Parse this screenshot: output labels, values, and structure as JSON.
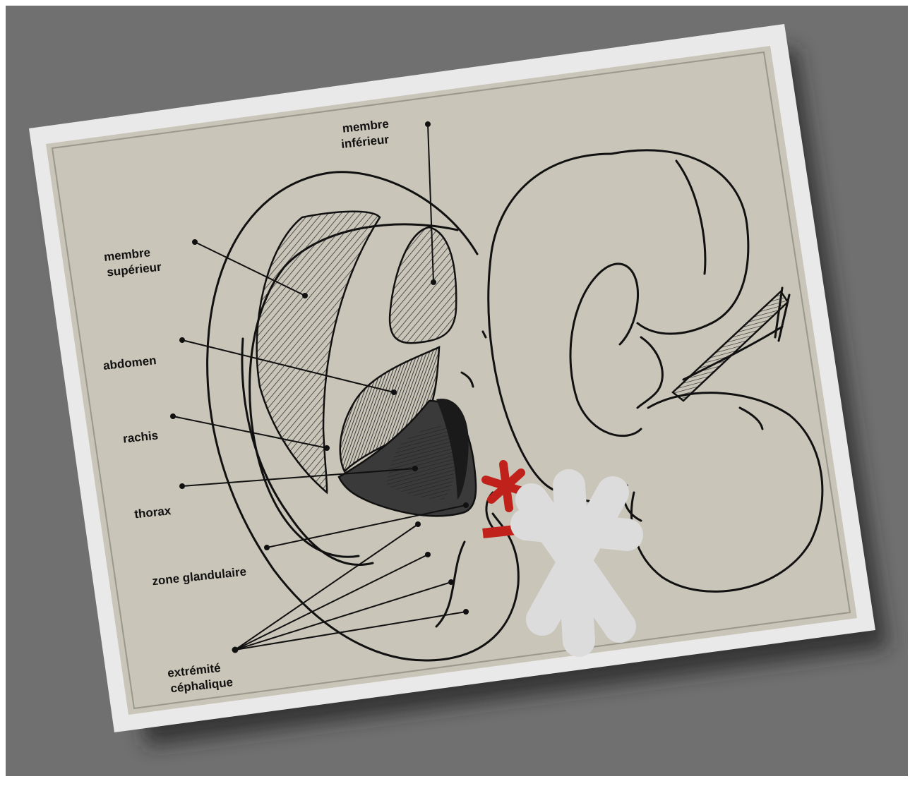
{
  "labels": {
    "membre_inferieur": [
      "membre",
      "inférieur"
    ],
    "membre_superieur": [
      "membre",
      "supérieur"
    ],
    "abdomen": "abdomen",
    "rachis": "rachis",
    "thorax": "thorax",
    "zone_glandulaire": "zone glandulaire",
    "extremite_cephalique": [
      "extrémité",
      "céphalique"
    ]
  },
  "colors": {
    "background": "#707070",
    "card_border": "#e9e9e9",
    "paper": "#c9c5b8",
    "ink": "#111111",
    "marker": "#c0211a",
    "white_mark": "#dcdcdc"
  },
  "marker_icons": [
    "red-asterisk-icon",
    "red-dash-icon",
    "white-asterisk-icon"
  ]
}
